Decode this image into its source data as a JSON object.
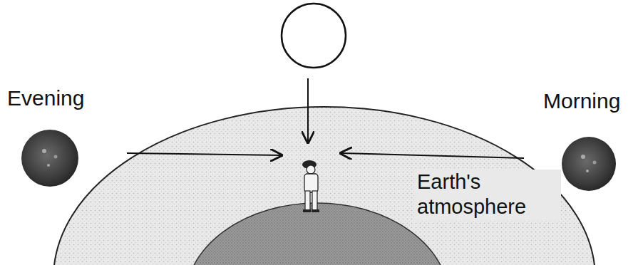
{
  "diagram": {
    "labels": [
      "Evening",
      "Morning",
      "Earth's atmosphere"
    ]
  }
}
